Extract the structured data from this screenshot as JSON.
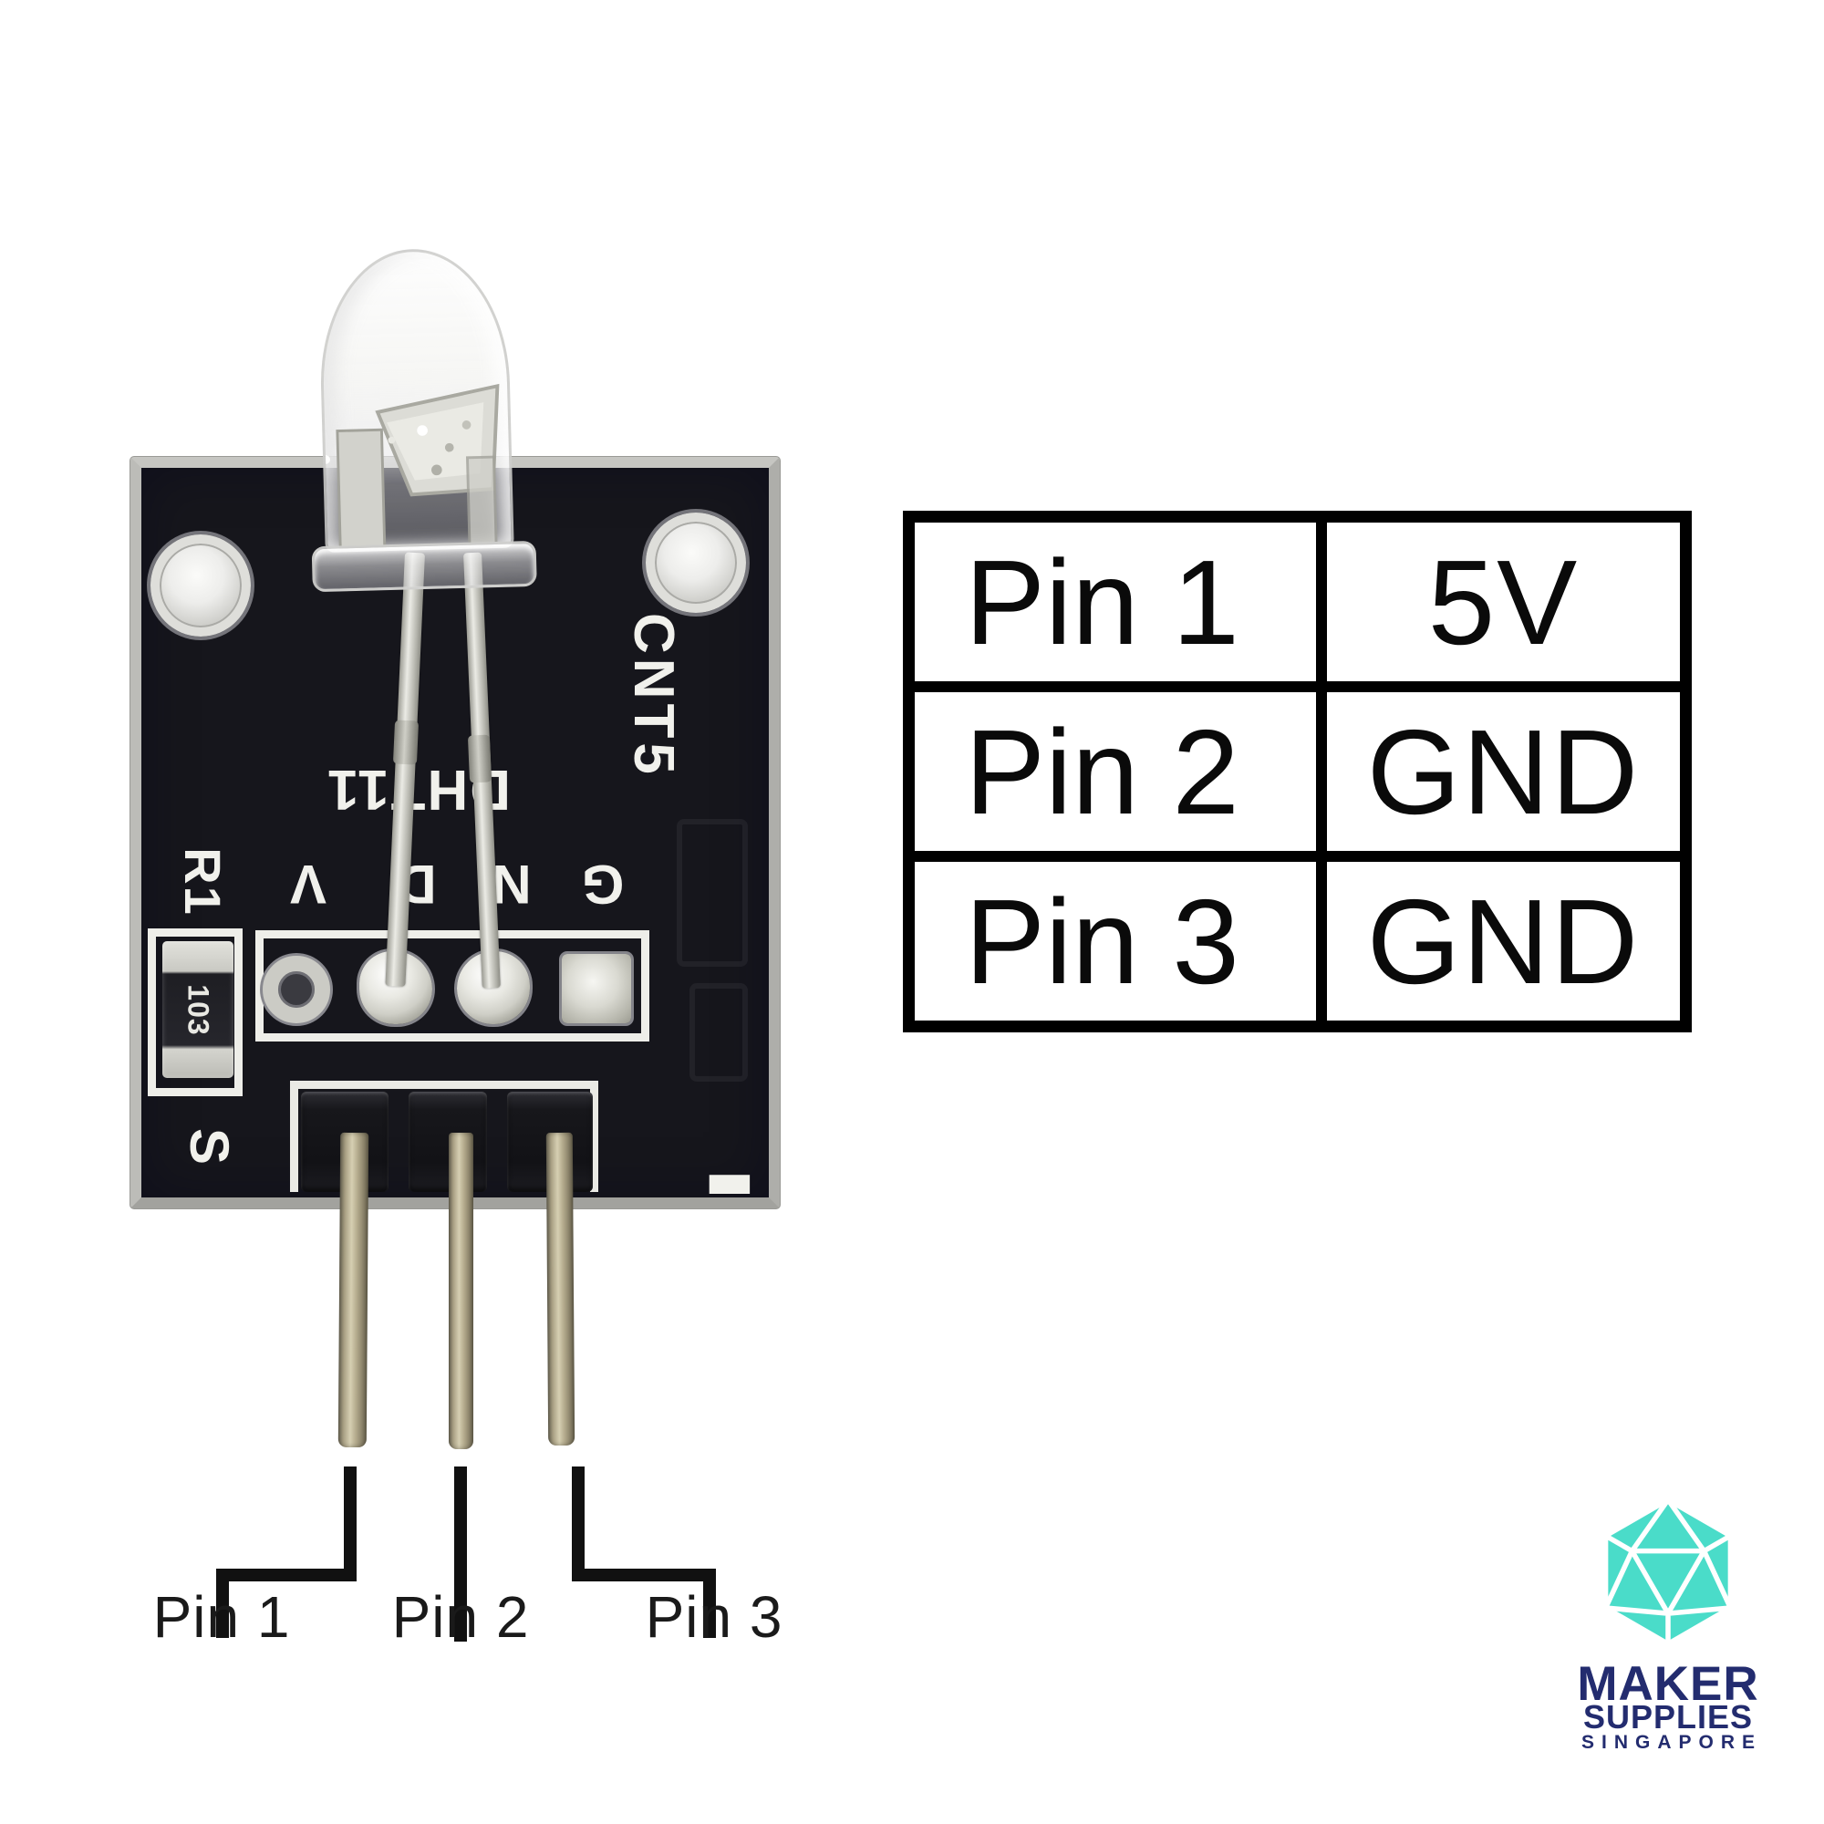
{
  "pinout_table": {
    "rows": [
      {
        "pin": "Pin 1",
        "value": "5V"
      },
      {
        "pin": "Pin 2",
        "value": "GND"
      },
      {
        "pin": "Pin 3",
        "value": "GND"
      }
    ]
  },
  "pin_callouts": {
    "labels": [
      "Pin 1",
      "Pin 2",
      "Pin 3"
    ]
  },
  "module": {
    "silkscreen": {
      "connector": "CNT5",
      "part": "DHT11",
      "pad_chars": [
        "V",
        "D",
        "N",
        "G"
      ],
      "resistor_ref": "R1",
      "resistor_code": "103",
      "signal": "S",
      "minus": "-"
    }
  },
  "logo": {
    "line1": "MAKER",
    "line2": "SUPPLIES",
    "line3": "SINGAPORE",
    "teal": "#4ADCC9",
    "navy": "#232C6F"
  }
}
